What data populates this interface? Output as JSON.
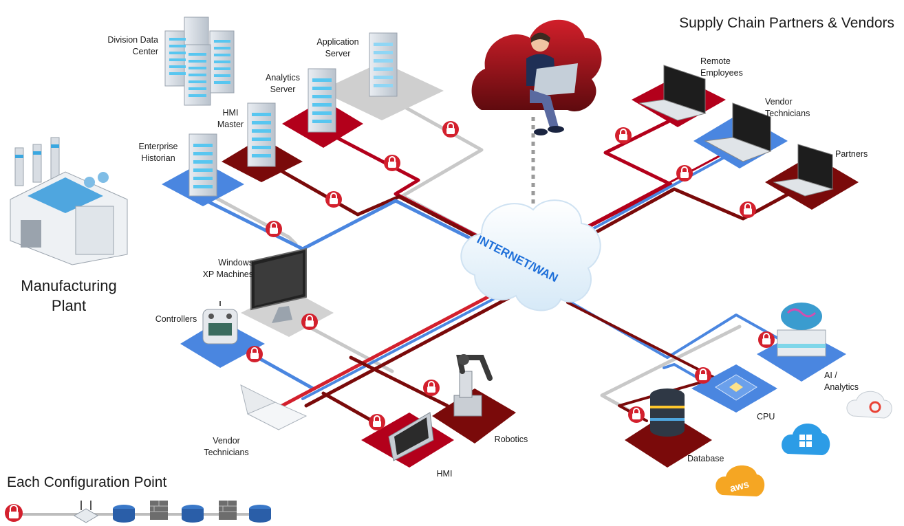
{
  "headings": {
    "partners": "Supply Chain Partners & Vendors",
    "plant_line1": "Manufacturing",
    "plant_line2": "Plant",
    "config": "Each Configuration Point"
  },
  "network": {
    "label": "INTERNET/WAN"
  },
  "nodes": {
    "division_data_center": [
      "Division Data",
      "Center"
    ],
    "application_server": [
      "Application",
      "Server"
    ],
    "analytics_server": [
      "Analytics",
      "Server"
    ],
    "hmi_master": [
      "HMI",
      "Master"
    ],
    "enterprise_historian": [
      "Enterprise",
      "Historian"
    ],
    "windows_xp": [
      "Windows",
      "XP Machines"
    ],
    "controllers": [
      "Controllers"
    ],
    "vendor_technicians_left": [
      "Vendor",
      "Technicians"
    ],
    "hmi": [
      "HMI"
    ],
    "robotics": [
      "Robotics"
    ],
    "remote_employees": [
      "Remote",
      "Employees"
    ],
    "vendor_technicians_right": [
      "Vendor",
      "Technicians"
    ],
    "partners": [
      "Partners"
    ],
    "ai_analytics": [
      "AI /",
      "Analytics"
    ],
    "cpu": [
      "CPU"
    ],
    "database": [
      "Database"
    ]
  },
  "cloud_providers": {
    "aws": "aws"
  },
  "colors": {
    "red": "#b3001b",
    "dark_red": "#7a0a0a",
    "blue": "#4a86e0",
    "gray": "#c8c8c8",
    "lock": "#d3202d",
    "wan_text": "#1e6fd9"
  },
  "icons": [
    "lock-icon",
    "router-icon",
    "switch-icon",
    "firewall-icon",
    "server-icon",
    "laptop-icon",
    "monitor-icon",
    "robot-arm-icon",
    "factory-icon",
    "cloud-icon"
  ]
}
